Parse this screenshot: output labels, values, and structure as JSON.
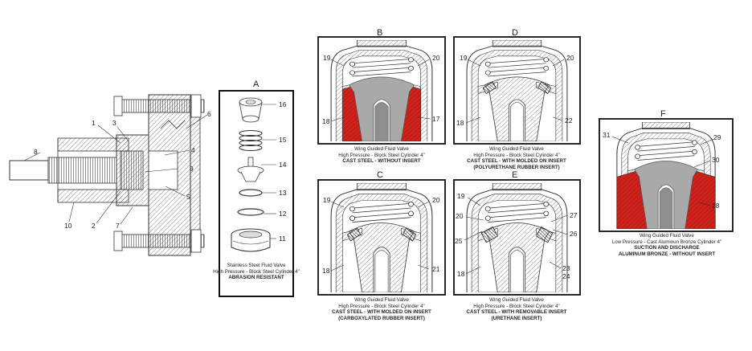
{
  "colors": {
    "red": "#d0211b",
    "gray": "#a9a9a9",
    "line": "#333333"
  },
  "assembly": {
    "labels": [
      "1",
      "2",
      "3",
      "4",
      "5",
      "6",
      "7",
      "8",
      "9",
      "10"
    ]
  },
  "panel_a": {
    "letter": "A",
    "labels": [
      "16",
      "15",
      "14",
      "13",
      "12",
      "11"
    ],
    "caption": [
      "Stainless Steel Fluid Valve",
      "High Pressure - Block Steel Cylinder 4\"",
      "ABRASION RESISTANT"
    ]
  },
  "panel_b": {
    "letter": "B",
    "labels": {
      "tl": "19",
      "tr": "20",
      "bl": "18",
      "br": "17"
    },
    "caption": [
      "Wing Guided Fluid Valve",
      "High Pressure - Block Steel Cylinder 4\"",
      "CAST STEEL - WITHOUT INSERT"
    ]
  },
  "panel_c": {
    "letter": "C",
    "labels": {
      "tl": "19",
      "tr": "20",
      "bl": "18",
      "br": "21"
    },
    "caption": [
      "Wing Guided Fluid Valve",
      "High Pressure - Block Steel Cylinder 4\"",
      "CAST STEEL - WITH MOLDED ON INSERT",
      "(CARBOXYLATED RUBBER INSERT)"
    ]
  },
  "panel_d": {
    "letter": "D",
    "labels": {
      "tl": "19",
      "tr": "20",
      "bl": "18",
      "br": "22"
    },
    "caption": [
      "Wing Guided Fluid Valve",
      "High Pressure - Block Steel Cylinder 4\"",
      "CAST STEEL - WITH MOLDED ON INSERT",
      "(POLYURETHANE RUBBER INSERT)"
    ]
  },
  "panel_e": {
    "letter": "E",
    "labels": {
      "tl": "19",
      "ml": "20",
      "tr": "27",
      "l": "25",
      "r": "26",
      "bl": "18",
      "br1": "23",
      "br2": "24"
    },
    "caption": [
      "Wing Guided Fluid Valve",
      "High Pressure - Block Steel Cylinder 4\"",
      "CAST STEEL - WITH REMOVABLE INSERT",
      "(URETHANE INSERT)"
    ]
  },
  "panel_f": {
    "letter": "F",
    "labels": {
      "tl": "31",
      "tr": "29",
      "mr": "30",
      "br": "28"
    },
    "caption": [
      "Wing Guided Fluid Valve",
      "Low Pressure - Cast Aluminun Bronze Cylinder 4\"",
      "SUCTION AND DISCHARGE",
      "ALUMINUM BRONZE - WITHOUT INSERT"
    ]
  }
}
